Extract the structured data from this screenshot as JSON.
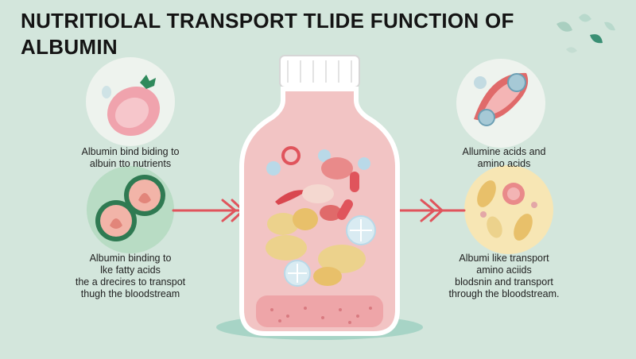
{
  "title": {
    "line1": "NUTRITIOLAL TRANSPORT TLIDE FUNCTION OF",
    "line2": "ALBUMIN"
  },
  "left_top_caption": {
    "line1": "Albumin bind biding to",
    "line2": "albuin tto nutrients"
  },
  "left_bottom_caption": {
    "line1": "Albumin binding to",
    "line2": "lke fatty acids",
    "line3": "the a drecires to transpot",
    "line4": "thugh the bloodstream"
  },
  "right_top_caption": {
    "line1": "Allumine acids and",
    "line2": "amino acids"
  },
  "right_bottom_caption": {
    "line1": "Albumi like transport",
    "line2": "amino aciids",
    "line3": "blodsnin and transport",
    "line4": "through the bloodstream."
  },
  "colors": {
    "background": "#d3e6dc",
    "arrow": "#e0545c",
    "liquid": "#f2c4c4",
    "fat_globule": "#ecd28c"
  },
  "icons": [
    "strawberry-icon",
    "fruit-slices-icon",
    "blood-vessel-icon",
    "fat-cell-icon",
    "leaf-icon"
  ]
}
